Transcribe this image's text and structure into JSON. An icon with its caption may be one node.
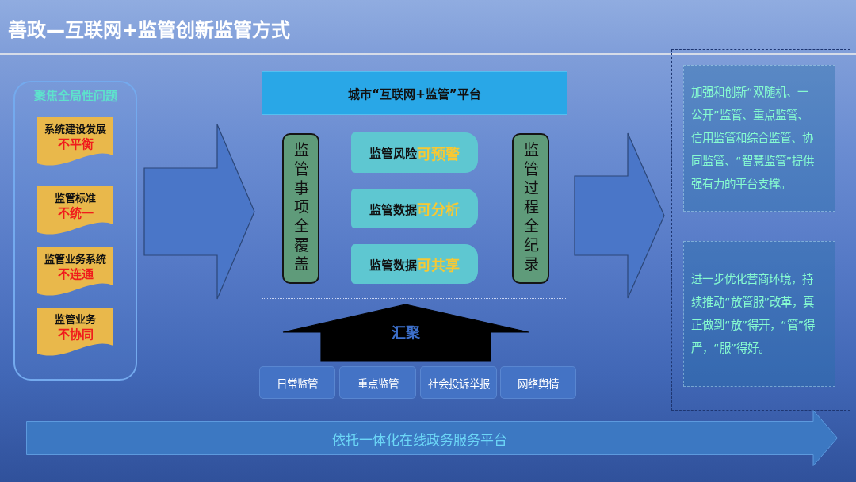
{
  "diagram": {
    "title": "善政—互联网+监管创新监管方式",
    "nodes": [
      {
        "text": [
          "聚焦全局性问题"
        ]
      },
      {
        "text": [
          "系统建设发展",
          "不平衡"
        ],
        "in": 0
      },
      {
        "text": [
          "监管标准",
          "不统一"
        ],
        "in": 0
      },
      {
        "text": [
          "监管业务系统",
          "不连通"
        ],
        "in": 0
      },
      {
        "text": [
          "监管业务",
          "不协同"
        ],
        "in": 0
      },
      {
        "text": [
          "城市“互联网+监管”平台"
        ]
      },
      {
        "text": [
          "监管事项全覆盖"
        ],
        "in": 5
      },
      {
        "text": [
          "监管风险",
          "可预警"
        ],
        "in": 5
      },
      {
        "text": [
          "监管数据",
          "可分析"
        ],
        "in": 5
      },
      {
        "text": [
          "监管数据",
          "可共享"
        ],
        "in": 5
      },
      {
        "text": [
          "监管过程全纪录"
        ],
        "in": 5
      },
      {
        "text": [
          "日常监管"
        ]
      },
      {
        "text": [
          "重点监管"
        ]
      },
      {
        "text": [
          "社会投诉举报"
        ]
      },
      {
        "text": [
          "网络舆情"
        ]
      },
      {
        "text": [],
        "shape": "box"
      },
      {
        "text": [
          "加强和创新“双随机、一公开”监管、重点监管、信用监管和综合监管、协同监管、“智慧监管”提供强有力的平台支撑。"
        ],
        "in": 15
      },
      {
        "text": [
          "进一步优化营商环境，持续推动“放管服”改革，真正做到“放”得开，“管”得严，“服”得好。"
        ],
        "in": 15
      },
      {
        "text": [
          "依托一体化在线政务服务平台"
        ]
      }
    ],
    "edges": [
      {
        "from": 0,
        "to": 5,
        "arrow": "to",
        "color": "#4a76c8"
      },
      {
        "from": 5,
        "to": 15,
        "arrow": "to",
        "color": "#4a76c8"
      },
      {
        "from": 11,
        "to": 5,
        "arrow": "to",
        "label": "汇聚"
      },
      {
        "from": 12,
        "to": 5,
        "arrow": "to"
      },
      {
        "from": 13,
        "to": 5,
        "arrow": "to"
      },
      {
        "from": 14,
        "to": 5,
        "arrow": "to"
      }
    ]
  }
}
